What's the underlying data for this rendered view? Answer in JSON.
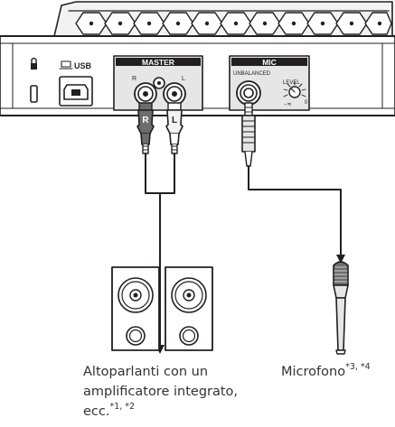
{
  "panel": {
    "usb_label": "USB",
    "master_label": "MASTER",
    "master_r_label": "R",
    "master_l_label": "L",
    "mic_label": "MIC",
    "mic_unbalanced_label": "UNBALANCED",
    "mic_level_label": "LEVEL",
    "mic_level_min": "–∞",
    "mic_level_max": "0"
  },
  "plugs": {
    "right_plug_letter": "R",
    "left_plug_letter": "L"
  },
  "captions": {
    "speakers_line1": "Altoparlanti con un",
    "speakers_line2": "amplificatore integrato,",
    "speakers_line3": "ecc.",
    "speakers_notes": "*1, *2",
    "microphone": "Microfono",
    "microphone_notes": "*3, *4"
  },
  "colors": {
    "line": "#231f20",
    "panel_fill": "#e6e6e6",
    "plug_dark": "#6d6d6d",
    "plug_light": "#f2f2f2"
  }
}
